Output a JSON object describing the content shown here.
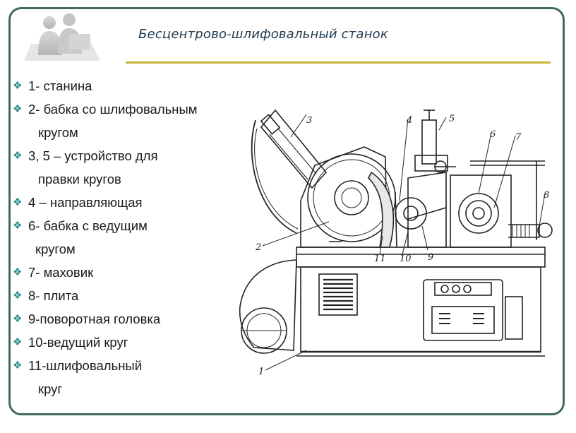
{
  "title": "Бесцентрово-шлифовальный станок",
  "items": [
    {
      "first": "1- станина",
      "rest": ""
    },
    {
      "first": "2- бабка со шлифовальным",
      "rest": "кругом"
    },
    {
      "first": "3, 5 – устройство для",
      "rest": "правки кругов"
    },
    {
      "first": "4 – направляющая",
      "rest": ""
    },
    {
      "first": "6- бабка с ведущим",
      "rest": "кругом"
    },
    {
      "first": "7- маховик",
      "rest": ""
    },
    {
      "first": "8- плита",
      "rest": ""
    },
    {
      "first": "9-поворотная головка",
      "rest": ""
    },
    {
      "first": "10-ведущий круг",
      "rest": ""
    },
    {
      "first": "11-шлифовальный",
      "rest": "круг"
    }
  ],
  "diagram_labels": [
    "1",
    "2",
    "3",
    "4",
    "5",
    "6",
    "7",
    "8",
    "9",
    "10",
    "11"
  ],
  "colors": {
    "frame": "#3e6b57",
    "rule": "#c9b53a",
    "bullet": "#2c8c8c",
    "title": "#1f3a4f"
  },
  "icons": {
    "bullet": "diamond-bullet-icon",
    "logo": "people-silhouette-icon"
  }
}
